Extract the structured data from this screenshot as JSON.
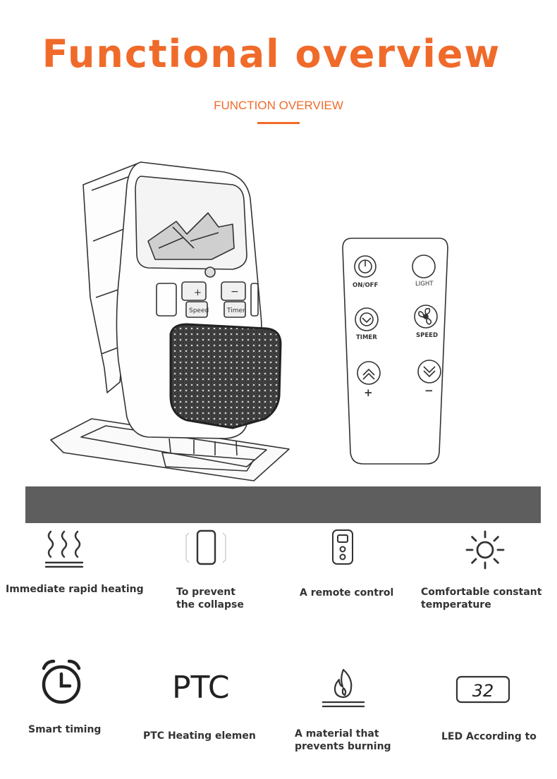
{
  "header": {
    "title": "Functional overview",
    "subtitle": "FUNCTION OVERVIEW"
  },
  "heater": {
    "plus_key": "+",
    "minus_key": "−",
    "speed_key": "Speed",
    "timer_key": "Timer"
  },
  "remote": {
    "on_off": "ON/OFF",
    "light": "LIGHT",
    "timer": "TIMER",
    "speed": "SPEED",
    "plus": "+",
    "minus": "−"
  },
  "features": [
    {
      "label": "Immediate rapid heating",
      "icon": "heat-waves-icon"
    },
    {
      "label": "To prevent\nthe collapse",
      "icon": "rounded-rect-icon"
    },
    {
      "label": "A remote control",
      "icon": "remote-control-icon"
    },
    {
      "label": "Comfortable constant\ntemperature",
      "icon": "sun-icon"
    },
    {
      "label": "Smart timing",
      "icon": "alarm-clock-icon"
    },
    {
      "label": "PTC Heating elemen",
      "icon": "ptc-icon",
      "icon_text": "PTC"
    },
    {
      "label": "A material that\nprevents burning",
      "icon": "flame-icon"
    },
    {
      "label": "LED According to",
      "icon": "led-display-icon",
      "icon_text": "32"
    }
  ],
  "colors": {
    "accent": "#f06a2a",
    "band": "#5e5e5e",
    "line": "#333333"
  }
}
